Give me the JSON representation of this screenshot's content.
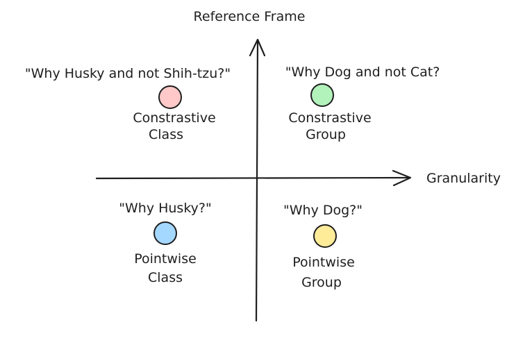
{
  "axes": {
    "y_label": "Reference Frame",
    "x_label": "Granularity"
  },
  "quadrants": [
    {
      "id": "constrastive-class",
      "question": "\"Why Husky and not Shih-tzu?\"",
      "name_line1": "Constrastive",
      "name_line2": "Class",
      "color": "#ffc9c9"
    },
    {
      "id": "constrastive-group",
      "question": "\"Why Dog and not Cat?",
      "name_line1": "Constrastive",
      "name_line2": "Group",
      "color": "#b2f2bb"
    },
    {
      "id": "pointwise-class",
      "question": "\"Why Husky?\"",
      "name_line1": "Pointwise",
      "name_line2": "Class",
      "color": "#a5d8ff"
    },
    {
      "id": "pointwise-group",
      "question": "\"Why Dog?\"",
      "name_line1": "Pointwise",
      "name_line2": "Group",
      "color": "#ffec99"
    }
  ]
}
